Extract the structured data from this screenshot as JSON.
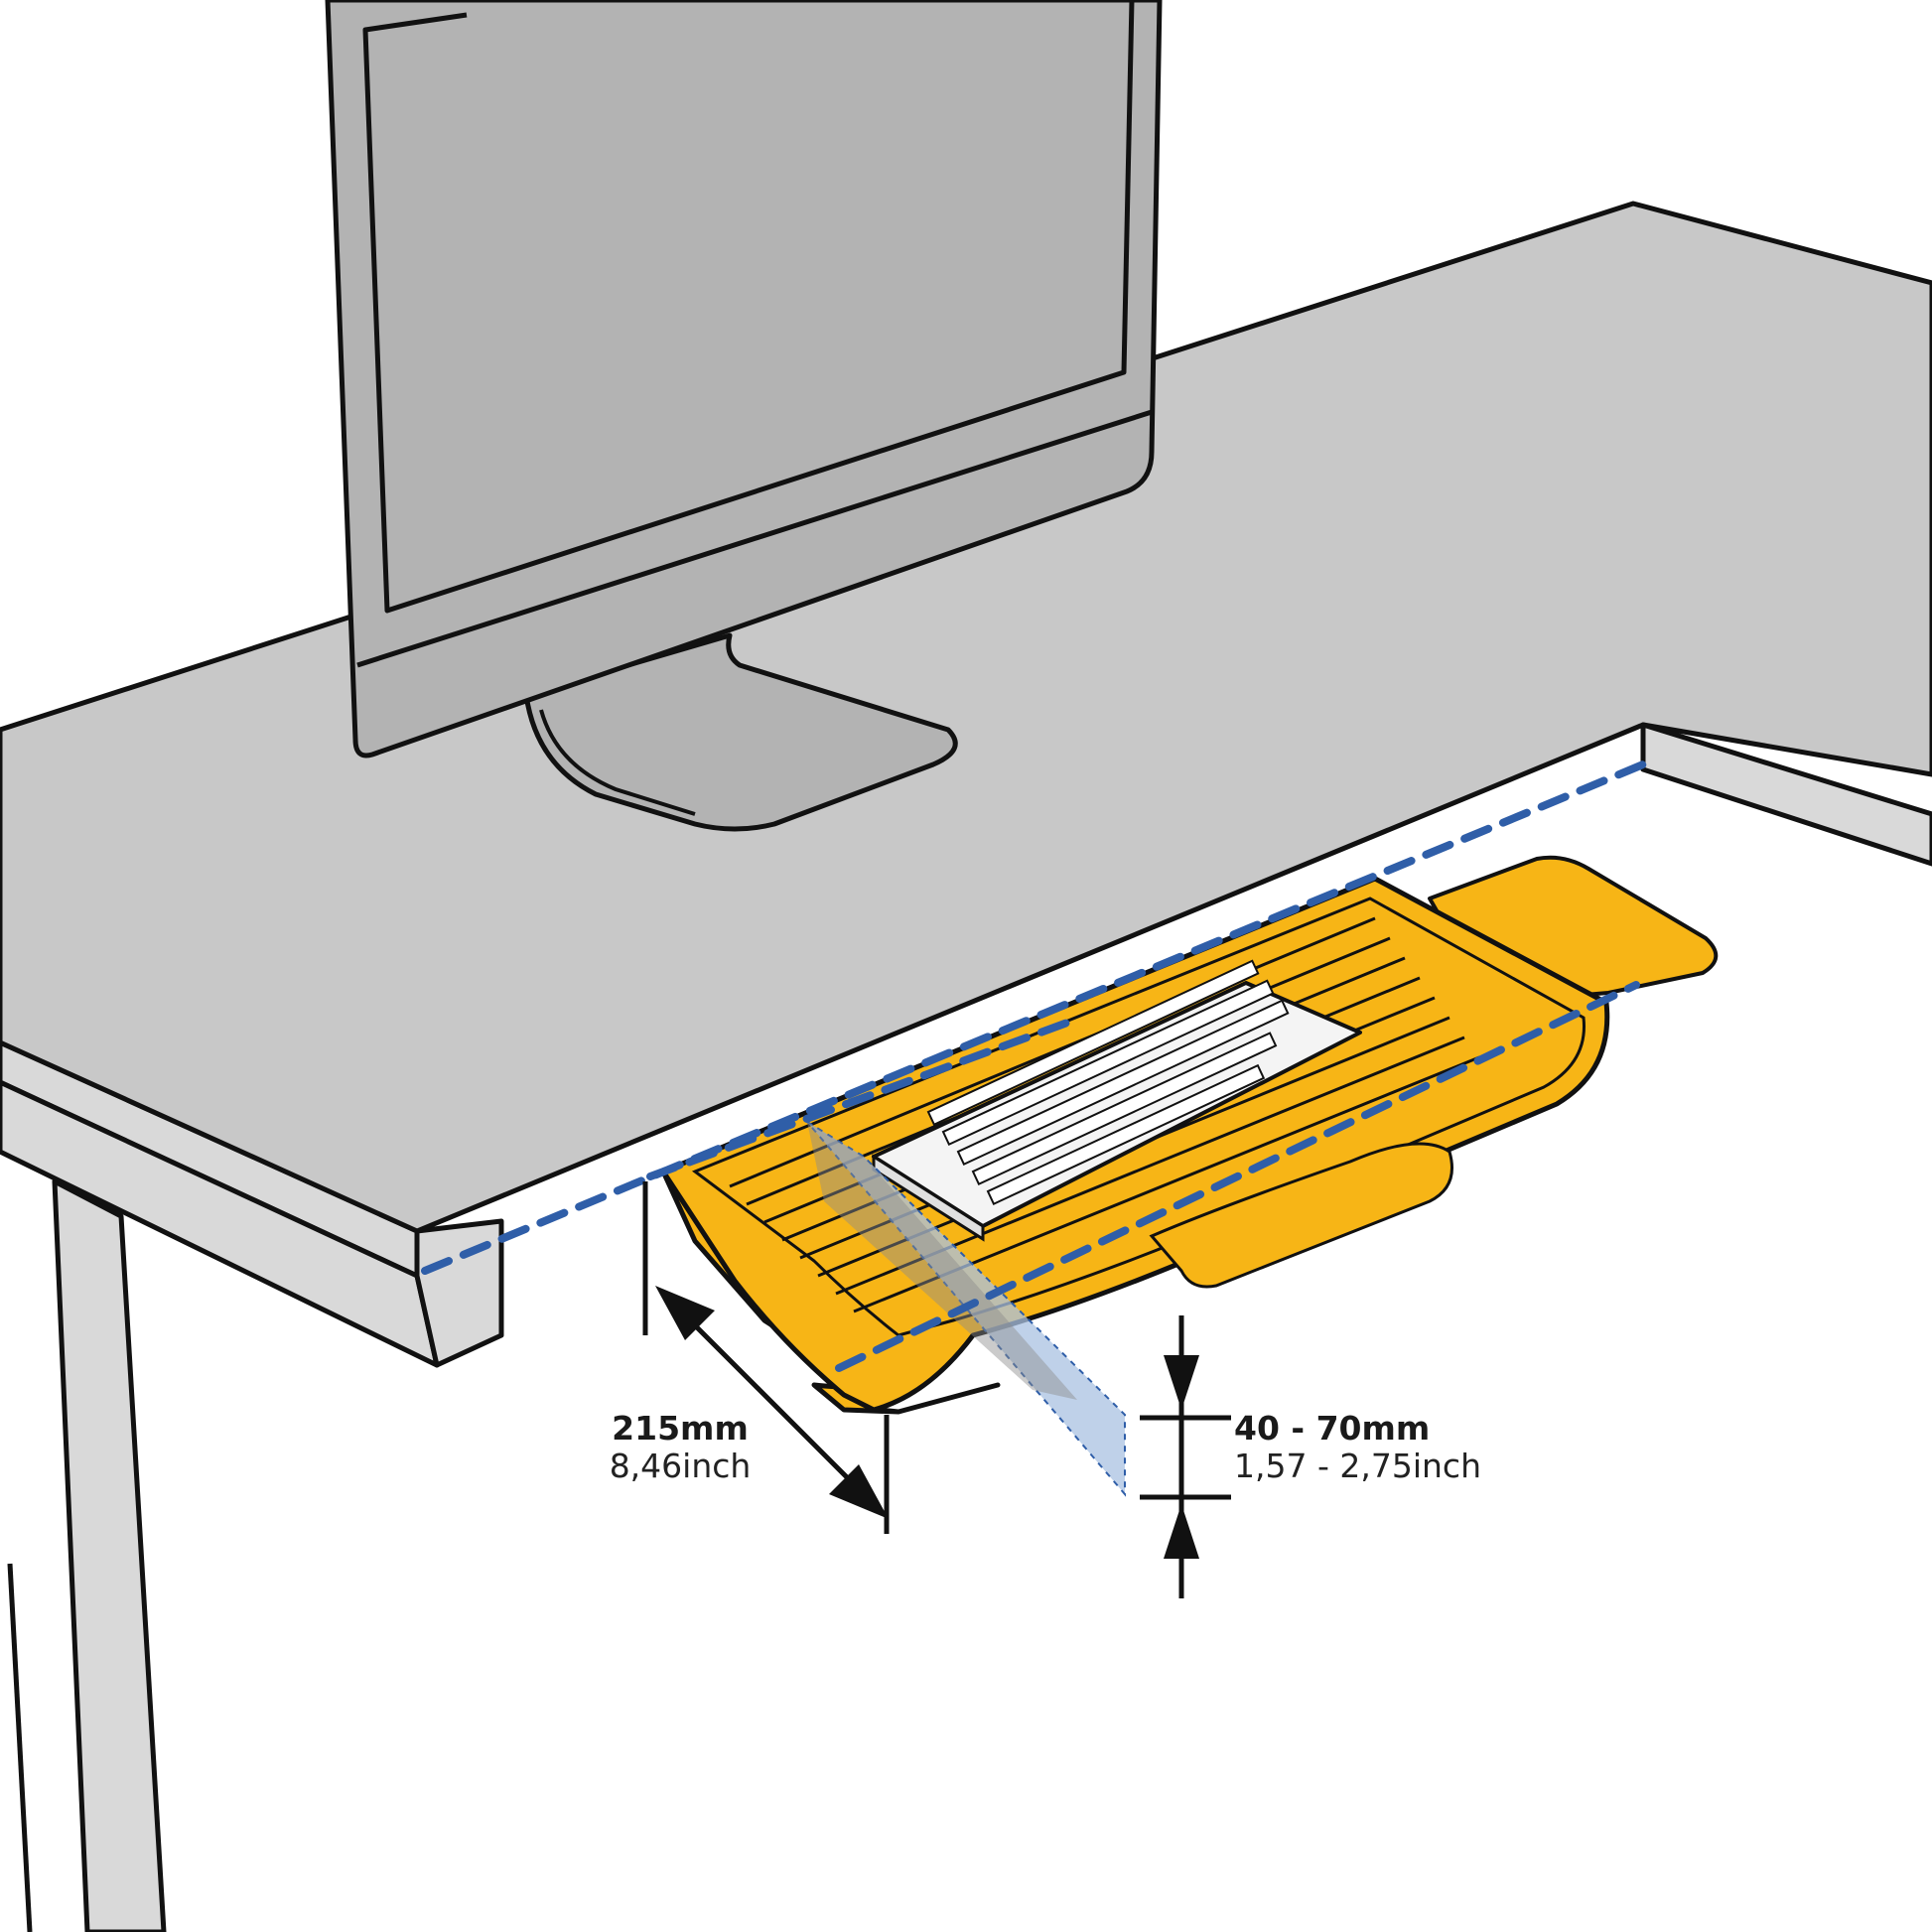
{
  "colors": {
    "desk_top": "#c8c8c8",
    "desk_side": "#d9d9d9",
    "monitor": "#b3b3b3",
    "tray": "#f7b516",
    "outline": "#111111",
    "dash": "#2f5ea8",
    "projection": "#a9c1e2",
    "keyboard": "#f4f4f4"
  },
  "dimensions": {
    "depth": {
      "mm": "215mm",
      "inch": "8,46inch"
    },
    "height": {
      "mm": "40 - 70mm",
      "inch": "1,57 - 2,75inch"
    }
  }
}
